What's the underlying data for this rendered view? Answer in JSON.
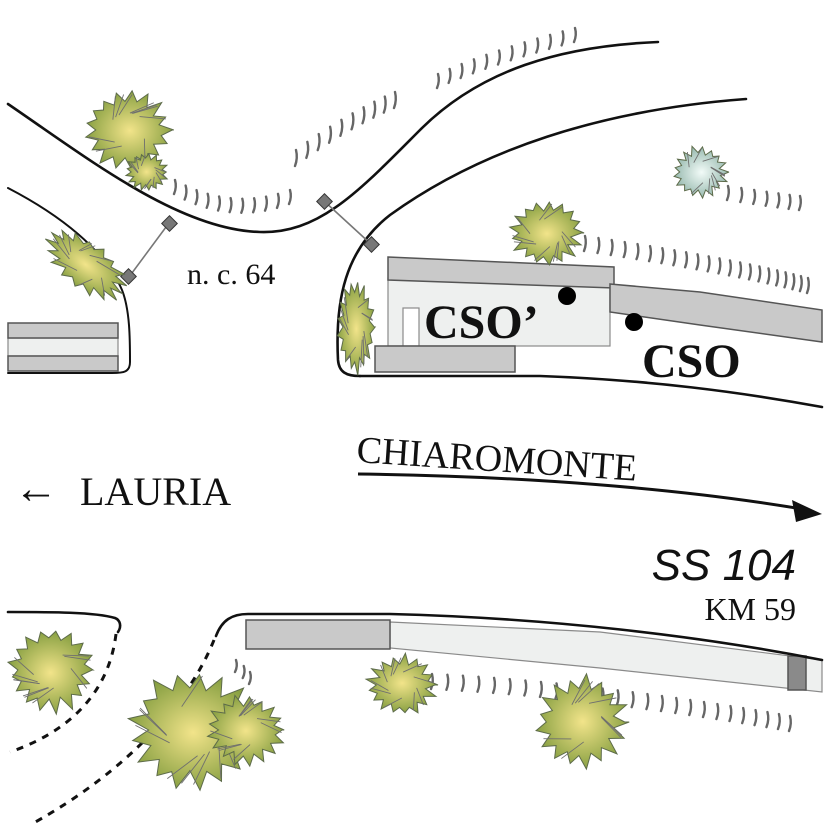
{
  "labels": {
    "house_number": "n. c. 64",
    "cso_prime": "CSO’",
    "cso": "CSO",
    "direction_east": "CHIAROMONTE",
    "direction_west": "LAURIA",
    "west_arrow_glyph": "←",
    "road_code": "SS 104",
    "kilometre": "KM 59"
  },
  "colors": {
    "road_line": "#111111",
    "slab_dark": "#c9c9c9",
    "slab_light": "#eef0ef",
    "point_marker": "#000000",
    "tree_center": "#f2e48a",
    "tree_edge": "#7f9a3c",
    "bush_center": "#f2fbf8",
    "bush_edge": "#8fb3a8"
  },
  "icons": {
    "tree": "tree-icon",
    "bush": "bush-icon",
    "slope_hatch": "slope-tick-icon",
    "direction_arrow": "arrow-right-icon"
  }
}
